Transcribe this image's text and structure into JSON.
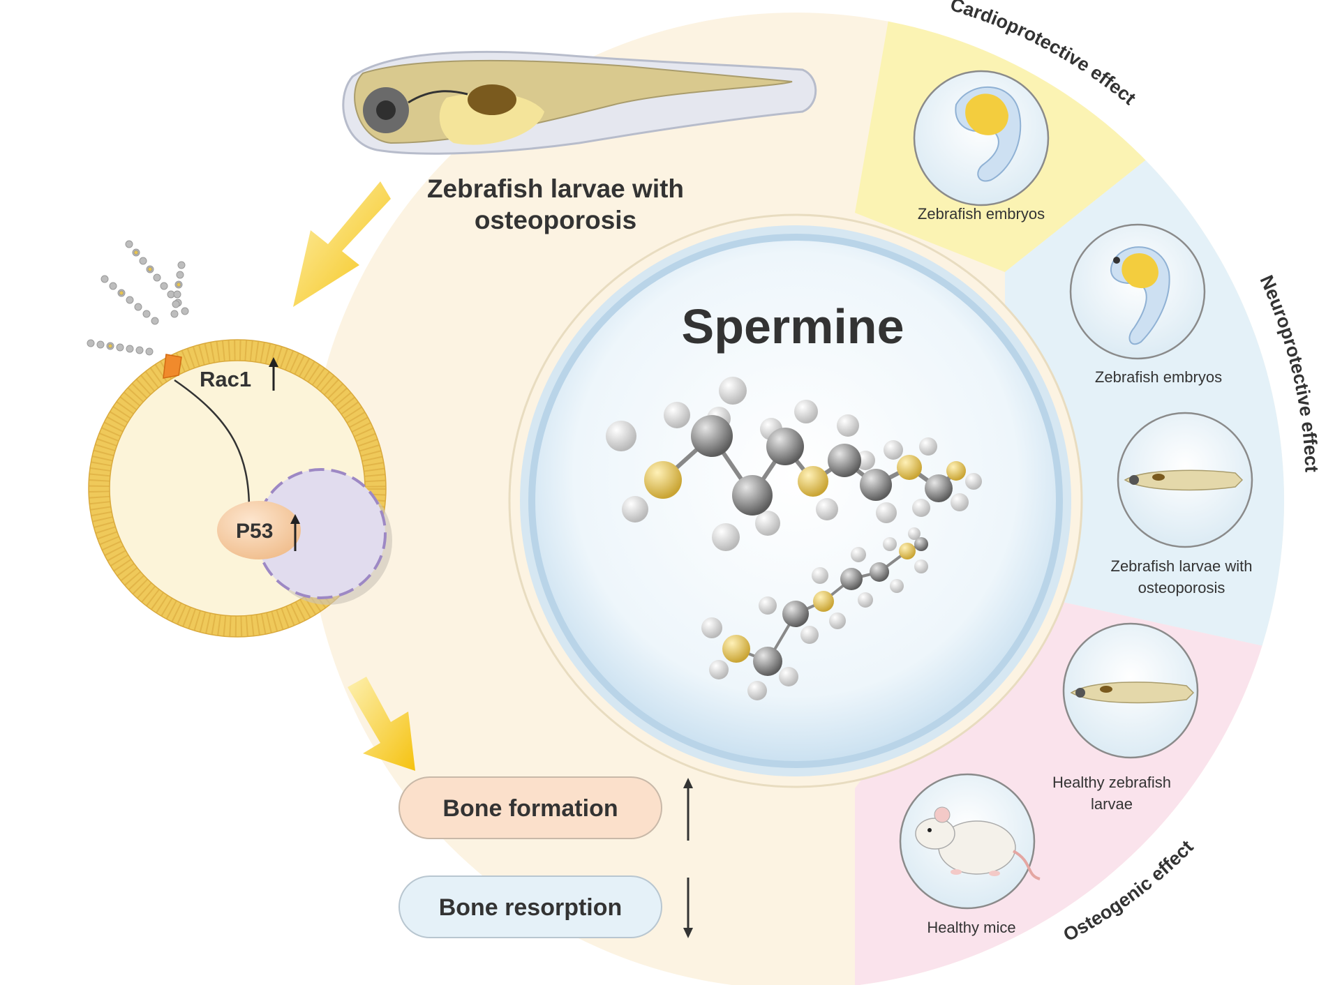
{
  "title": "Spermine",
  "model_label_line1": "Zebrafish larvae with",
  "model_label_line2": "osteoporosis",
  "pathway": {
    "rac1": "Rac1",
    "p53": "P53",
    "rac1_trend": "up",
    "p53_trend": "up"
  },
  "outcomes": [
    {
      "label": "Bone formation",
      "trend": "up"
    },
    {
      "label": "Bone resorption",
      "trend": "down"
    }
  ],
  "effects": {
    "cardio": {
      "title": "Cardioprotective effect",
      "items": [
        "Zebrafish embryos"
      ]
    },
    "neuro": {
      "title": "Neuroprotective effect",
      "items": [
        "Zebrafish embryos",
        "Zebrafish larvae with",
        "osteoporosis"
      ]
    },
    "osteo": {
      "title": "Osteogenic effect",
      "items": [
        "Healthy zebrafish",
        "larvae",
        "Healthy mice"
      ]
    }
  },
  "colors": {
    "background": "#fcf3e2",
    "cardio_band": "#fbf3b3",
    "neuro_band": "#e4f1f8",
    "osteo_band": "#fae3ec",
    "membrane": "#efc95a",
    "arrow": "#f7cc2e"
  }
}
